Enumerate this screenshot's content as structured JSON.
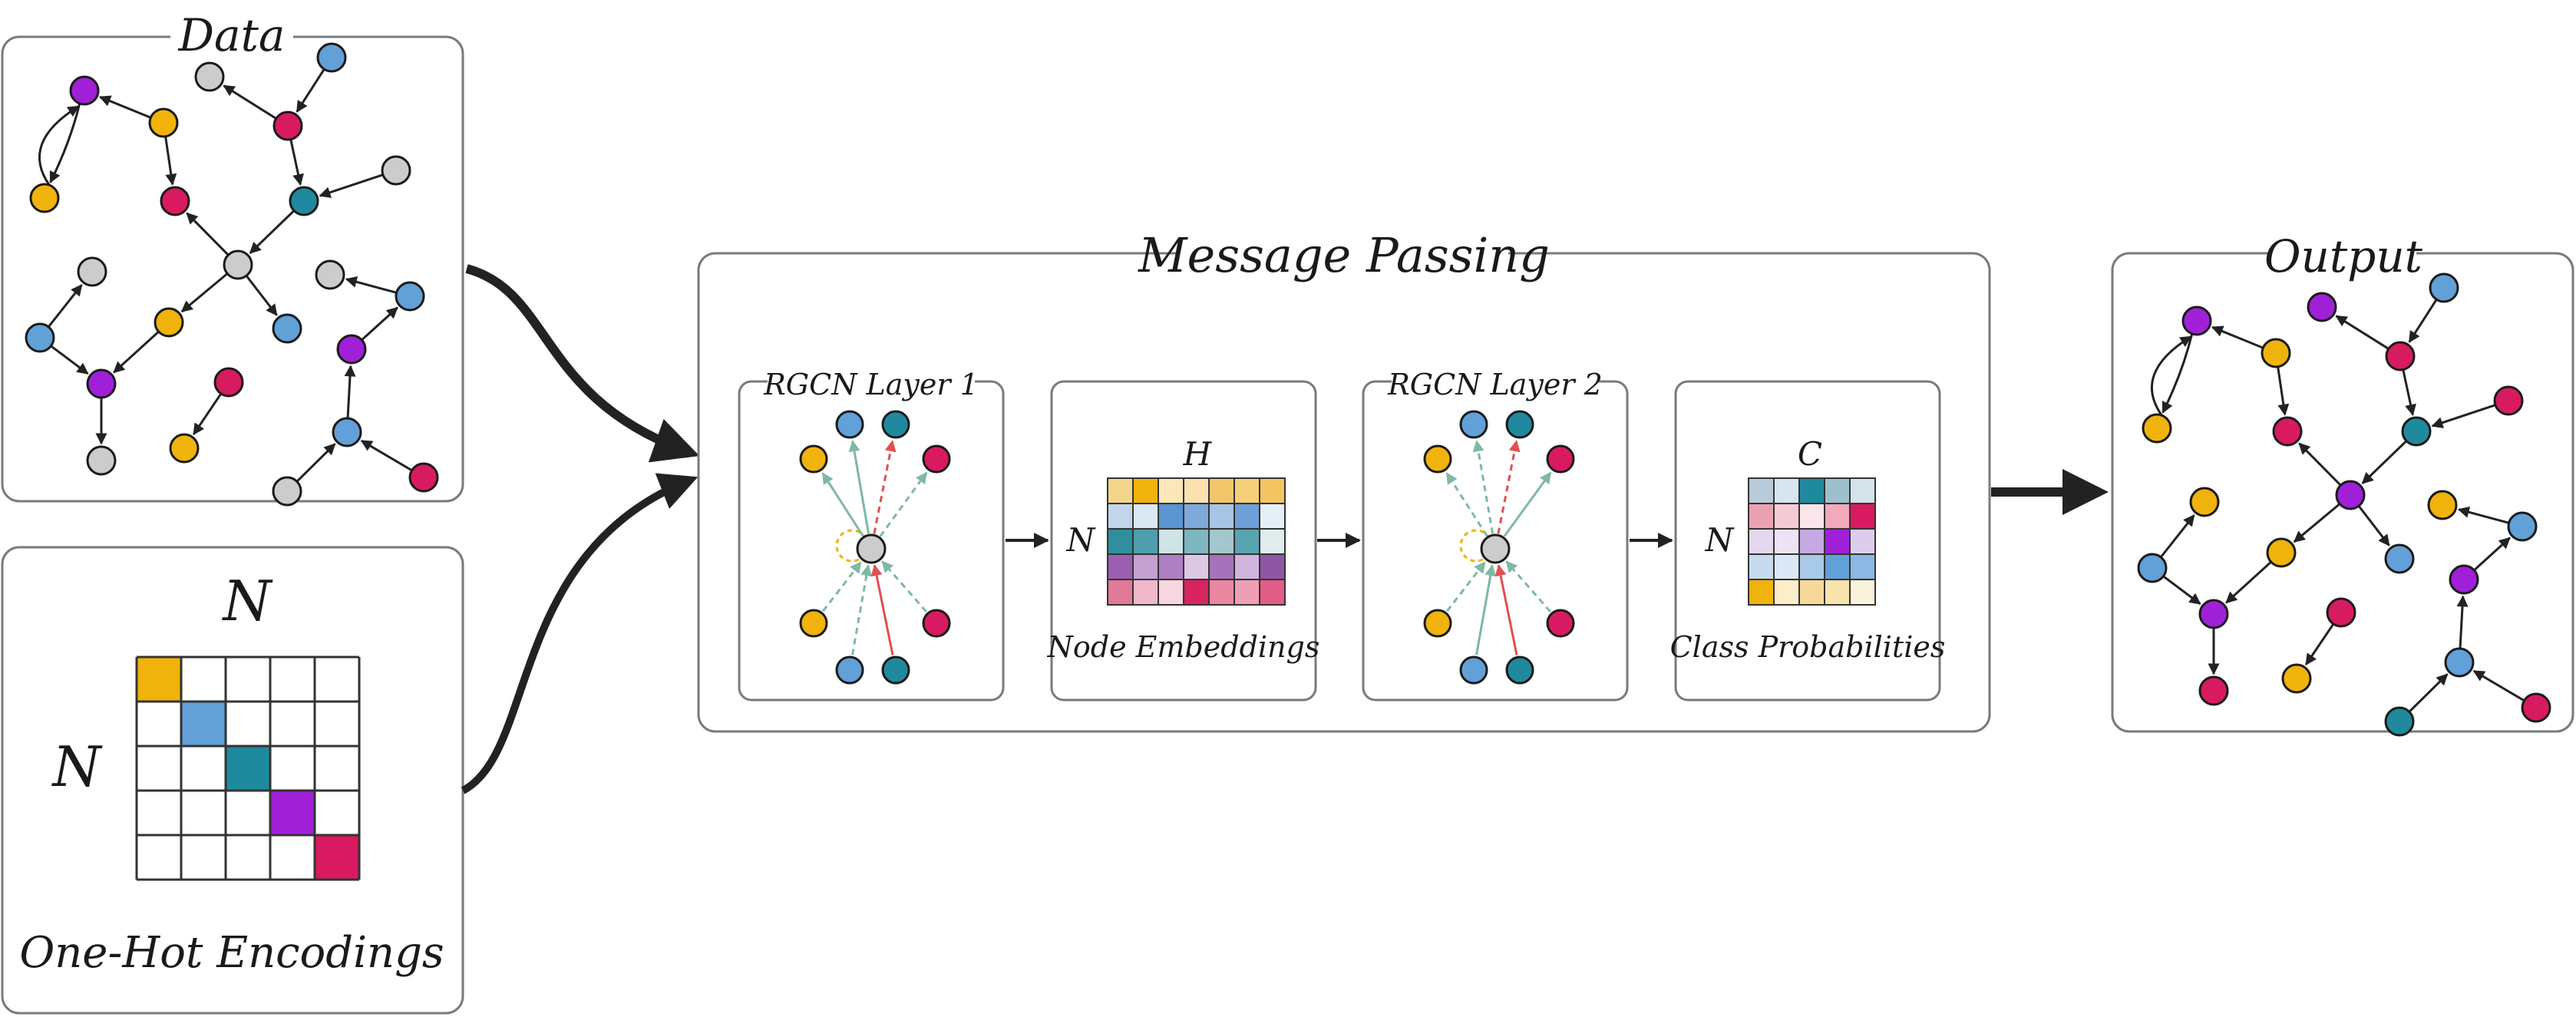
{
  "labels": {
    "data_title": "Data",
    "onehot_caption": "One-Hot Encodings",
    "onehot_top": "N",
    "onehot_side": "N",
    "message_title": "Message Passing",
    "layer1_title": "RGCN Layer 1",
    "layer2_title": "RGCN Layer 2",
    "embed_caption": "Node Embeddings",
    "embed_top": "H",
    "embed_side": "N",
    "class_caption": "Class Probabilities",
    "class_top": "C",
    "class_side": "N",
    "output_title": "Output"
  },
  "colors": {
    "yellow": "#f0b30c",
    "blue": "#62a0d8",
    "teal": "#1f8a9e",
    "purple": "#a020d8",
    "pink": "#d81b60",
    "gray": "#cccccc",
    "edge": "#222222",
    "panel_border": "#7a7a7a"
  },
  "graph": {
    "nodes": [
      {
        "id": "n1",
        "color": "purple"
      },
      {
        "id": "n2",
        "color": "yellow"
      },
      {
        "id": "n3",
        "color": "yellow"
      },
      {
        "id": "n4",
        "color": "pink"
      },
      {
        "id": "n5",
        "color": "gray"
      },
      {
        "id": "n6",
        "color": "pink"
      },
      {
        "id": "n7",
        "color": "blue"
      },
      {
        "id": "n8",
        "color": "teal"
      },
      {
        "id": "n9",
        "color": "gray"
      },
      {
        "id": "n10",
        "color": "gray"
      },
      {
        "id": "n11",
        "color": "gray"
      },
      {
        "id": "n12",
        "color": "blue"
      },
      {
        "id": "n13",
        "color": "yellow"
      },
      {
        "id": "n14",
        "color": "purple"
      },
      {
        "id": "n15",
        "color": "gray"
      },
      {
        "id": "n16",
        "color": "pink"
      },
      {
        "id": "n17",
        "color": "yellow"
      },
      {
        "id": "n18",
        "color": "blue"
      },
      {
        "id": "n19",
        "color": "gray"
      },
      {
        "id": "n20",
        "color": "blue"
      },
      {
        "id": "n21",
        "color": "purple"
      },
      {
        "id": "n22",
        "color": "blue"
      },
      {
        "id": "n23",
        "color": "gray"
      },
      {
        "id": "n24",
        "color": "pink"
      }
    ],
    "edges": [
      [
        "n2",
        "n1"
      ],
      [
        "n1",
        "n3"
      ],
      [
        "n3",
        "n1"
      ],
      [
        "n2",
        "n4"
      ],
      [
        "n6",
        "n5"
      ],
      [
        "n7",
        "n6"
      ],
      [
        "n6",
        "n8"
      ],
      [
        "n9",
        "n8"
      ],
      [
        "n8",
        "n10"
      ],
      [
        "n10",
        "n4"
      ],
      [
        "n10",
        "n13"
      ],
      [
        "n10",
        "n18"
      ],
      [
        "n12",
        "n11"
      ],
      [
        "n13",
        "n14"
      ],
      [
        "n12",
        "n14"
      ],
      [
        "n14",
        "n15"
      ],
      [
        "n16",
        "n17"
      ],
      [
        "n20",
        "n19"
      ],
      [
        "n21",
        "n20"
      ],
      [
        "n22",
        "n21"
      ],
      [
        "n23",
        "n22"
      ],
      [
        "n24",
        "n22"
      ]
    ],
    "output_recolor": {
      "n5": "purple",
      "n9": "pink",
      "n10": "purple",
      "n11": "yellow",
      "n15": "pink",
      "n19": "yellow",
      "n23": "teal"
    }
  },
  "onehot": {
    "size": 5,
    "diagonal_colors": [
      "yellow",
      "blue",
      "teal",
      "purple",
      "pink"
    ]
  },
  "rgcn_layer1": {
    "center": "gray",
    "neighbors": [
      {
        "color": "blue",
        "edge": "#7fb8a4",
        "dashed": false
      },
      {
        "color": "teal",
        "edge": "#e05050",
        "dashed": true
      },
      {
        "color": "pink",
        "edge": "#7fb8a4",
        "dashed": true
      },
      {
        "color": "yellow",
        "edge": "#7fb8a4",
        "dashed": false
      },
      {
        "color": "yellow",
        "edge": "#7fb8a4",
        "dashed": true
      },
      {
        "color": "pink",
        "edge": "#7fb8a4",
        "dashed": true
      },
      {
        "color": "blue",
        "edge": "#7fb8a4",
        "dashed": true
      },
      {
        "color": "teal",
        "edge": "#e05050",
        "dashed": false
      }
    ]
  },
  "rgcn_layer2": {
    "center": "gray",
    "neighbors": [
      {
        "color": "blue",
        "edge": "#7fb8a4",
        "dashed": true
      },
      {
        "color": "teal",
        "edge": "#e05050",
        "dashed": true
      },
      {
        "color": "pink",
        "edge": "#7fb8a4",
        "dashed": false
      },
      {
        "color": "yellow",
        "edge": "#7fb8a4",
        "dashed": true
      },
      {
        "color": "yellow",
        "edge": "#7fb8a4",
        "dashed": true
      },
      {
        "color": "pink",
        "edge": "#7fb8a4",
        "dashed": true
      },
      {
        "color": "blue",
        "edge": "#7fb8a4",
        "dashed": false
      },
      {
        "color": "teal",
        "edge": "#e05050",
        "dashed": false
      }
    ]
  },
  "embedding_matrix": [
    [
      "#f4d58d",
      "#f0b30c",
      "#fbe7b8",
      "#f9e2b0",
      "#f2c66a",
      "#f5cf78",
      "#f3c562"
    ],
    [
      "#c3d5ea",
      "#dbe7f3",
      "#5b95d2",
      "#7fa9da",
      "#a8c5e6",
      "#6d9fd6",
      "#e6eef7"
    ],
    [
      "#2f8f9f",
      "#4d9fad",
      "#cfe3e6",
      "#7db6c0",
      "#a3c7cd",
      "#5aa3b0",
      "#e0ecee"
    ],
    [
      "#9c5fb0",
      "#c3a0d0",
      "#b07ec2",
      "#dcc8e4",
      "#a673ba",
      "#d0b6dc",
      "#8e57a6"
    ],
    [
      "#e07a98",
      "#f1b8c9",
      "#f7d6e0",
      "#d8245f",
      "#e8879f",
      "#ee9fb5",
      "#e35c85"
    ]
  ],
  "class_matrix": [
    [
      "#b9cad8",
      "#d8e4ee",
      "#1f8a9e",
      "#9ec0cd",
      "#d5e2ea"
    ],
    [
      "#eaa2b3",
      "#f4cbd5",
      "#fbe6eb",
      "#f1a9bb",
      "#d81b60"
    ],
    [
      "#e4d8ef",
      "#ece3f5",
      "#c6a8e2",
      "#a020d8",
      "#dccdec"
    ],
    [
      "#c7dbef",
      "#dbe8f5",
      "#a9c9e9",
      "#62a0d8",
      "#8cb8e3"
    ],
    [
      "#f0b30c",
      "#fbeec8",
      "#f6d99a",
      "#f9e3ad",
      "#fcf3dc"
    ]
  ]
}
